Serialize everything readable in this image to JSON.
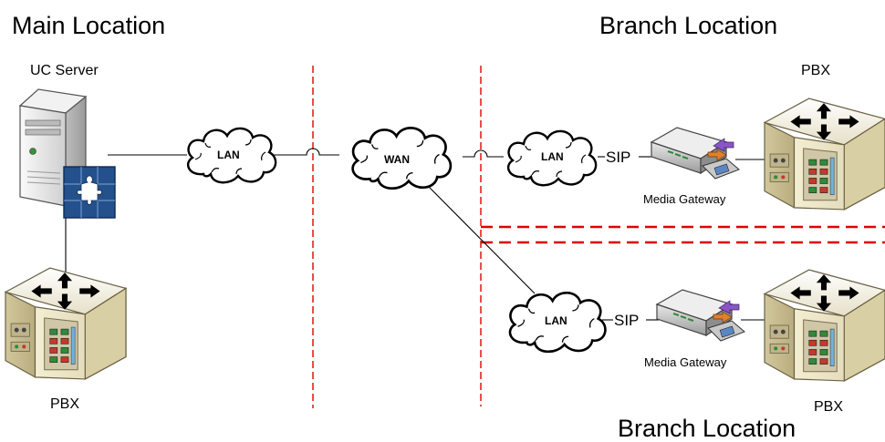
{
  "locations": {
    "main": "Main Location",
    "branch_top": "Branch Location",
    "branch_bottom": "Branch Location"
  },
  "devices": {
    "uc_server": "UC Server",
    "pbx_main": "PBX",
    "pbx_branch_top": "PBX",
    "pbx_branch_bottom": "PBX",
    "media_gateway_top": "Media Gateway",
    "media_gateway_bottom": "Media Gateway"
  },
  "clouds": {
    "lan_main": "LAN",
    "wan": "WAN",
    "lan_branch_top": "LAN",
    "lan_branch_bottom": "LAN"
  },
  "protocols": {
    "sip_top": "SIP",
    "sip_bottom": "SIP"
  },
  "colors": {
    "boundary": "#e00000",
    "server_body": "#dcdcdc",
    "pbx_body": "#e4dcb4",
    "puzzle": "#24508c",
    "line": "#000000"
  }
}
